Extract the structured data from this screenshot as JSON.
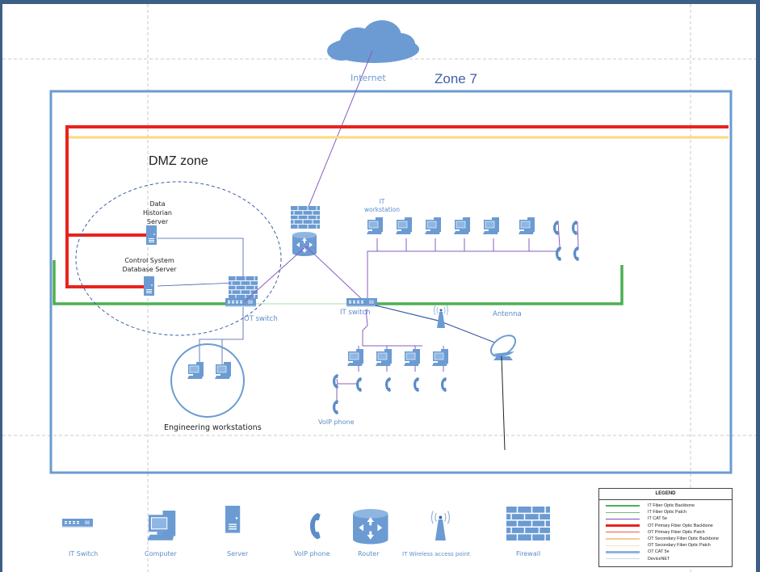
{
  "diagram": {
    "zone_title": "Zone 7",
    "dmz_title": "DMZ zone",
    "internet_label": "Internet",
    "nodes": {
      "data_historian": "Data\nHistorian\nServer",
      "data_historian_lines": [
        "Data",
        "Historian",
        "Server"
      ],
      "control_system_lines": [
        "Control System",
        "Database Server"
      ],
      "ot_switch": "OT switch",
      "it_switch": "IT switch",
      "it_workstation_lines": [
        "IT",
        "workstation"
      ],
      "antenna": "Antenna",
      "voip_phone": "VoIP phone",
      "engineering_workstations": "Engineering workstations"
    }
  },
  "symbol_key": [
    {
      "icon": "it-switch-icon",
      "label": "IT Switch"
    },
    {
      "icon": "computer-icon",
      "label": "Computer"
    },
    {
      "icon": "server-icon",
      "label": "Server"
    },
    {
      "icon": "voip-phone-icon",
      "label": "VoIP phone"
    },
    {
      "icon": "router-icon",
      "label": "Router"
    },
    {
      "icon": "wireless-access-point-icon",
      "label": "IT Wireless access point"
    },
    {
      "icon": "firewall-icon",
      "label": "Firewall"
    }
  ],
  "legend": {
    "title": "LEGEND",
    "items": [
      {
        "label": "IT Fiber Optic Backbone",
        "color": "#4caf50",
        "weight": "thick"
      },
      {
        "label": "IT Fiber Optic Patch",
        "color": "#6cc070",
        "weight": "thin"
      },
      {
        "label": "IT CAT 5e",
        "color": "#7b4fb5",
        "weight": "thin"
      },
      {
        "label": "OT Primary Fiber Optic Backbone",
        "color": "#e8231f",
        "weight": "thick"
      },
      {
        "label": "OT Primary Fiber Optic Patch",
        "color": "#f05a50",
        "weight": "thin"
      },
      {
        "label": "OT Secondary Fiber Optic Backbone",
        "color": "#f7c98e",
        "weight": "thick"
      },
      {
        "label": "OT Secondary Fiber Optic Patch",
        "color": "#f9dcc0",
        "weight": "thin"
      },
      {
        "label": "OT CAT 5e",
        "color": "#8fb3de",
        "weight": "thick"
      },
      {
        "label": "DeviceNET",
        "color": "#c7dcef",
        "weight": "thin"
      }
    ]
  },
  "colors": {
    "icon_blue": "#6b9bd2",
    "zone_border": "#6a9bd0",
    "ot_primary": "#e8231f",
    "ot_secondary": "#fcd97a",
    "it_backbone": "#4caf50",
    "it_cat5e": "#8a5cc0",
    "ot_cat5e": "#3f5ea8"
  }
}
